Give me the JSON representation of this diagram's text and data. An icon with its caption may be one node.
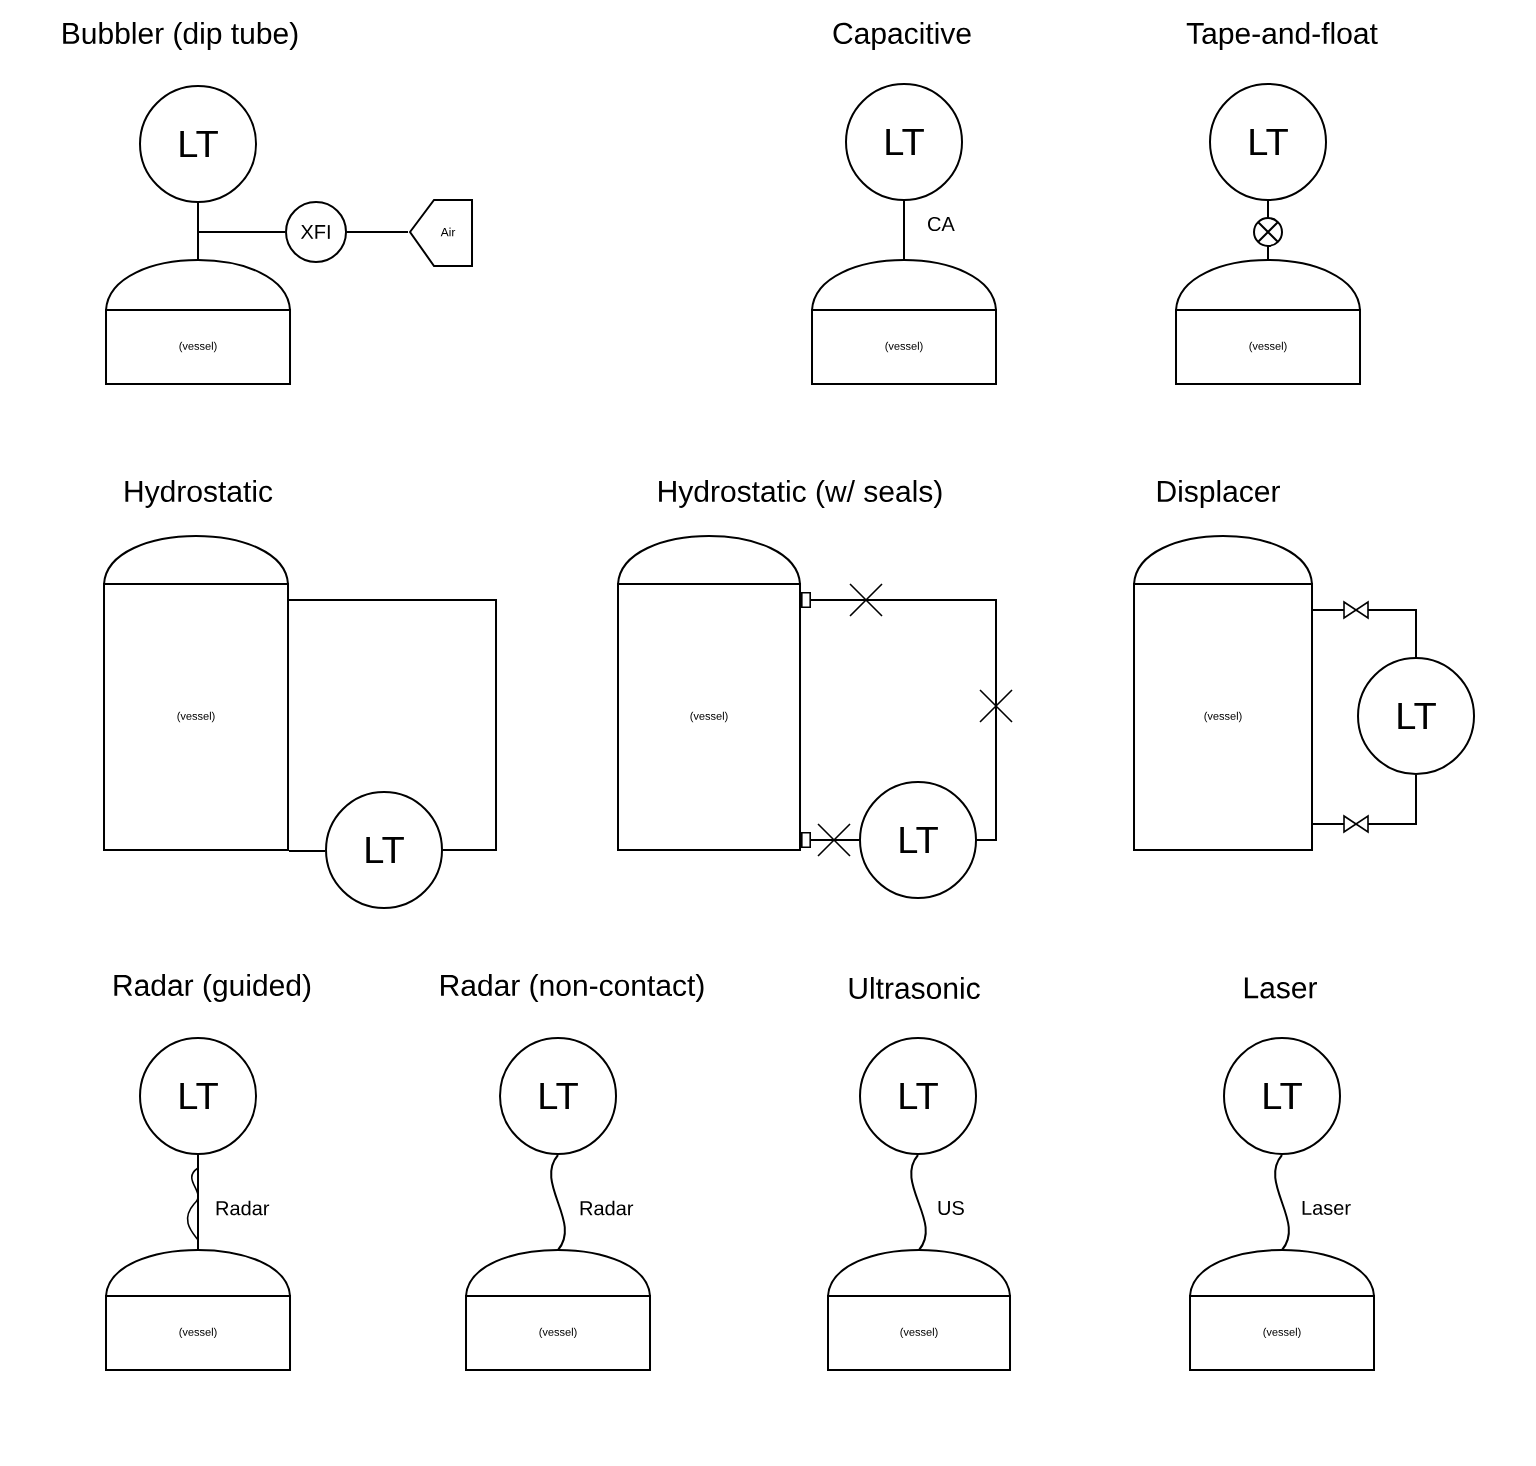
{
  "diagram": {
    "nodes": [
      {
        "text": [
          "LT"
        ]
      },
      {
        "text": [
          "XFI"
        ]
      },
      {
        "text": [
          "Air"
        ]
      },
      {
        "text": [
          "(vessel)"
        ]
      },
      {
        "text": [
          "LT"
        ]
      },
      {
        "text": [
          "(vessel)"
        ]
      },
      {
        "text": [
          "LT"
        ]
      },
      {
        "text": [
          "(vessel)"
        ]
      },
      {
        "text": [
          "(vessel)"
        ]
      },
      {
        "text": [
          "LT"
        ]
      },
      {
        "text": [
          "(vessel)"
        ]
      },
      {
        "text": [
          "LT"
        ]
      },
      {
        "text": [
          "(vessel)"
        ]
      },
      {
        "text": [
          "LT"
        ]
      },
      {
        "text": [
          "LT"
        ]
      },
      {
        "text": [
          "(vessel)"
        ]
      },
      {
        "text": [
          "LT"
        ]
      },
      {
        "text": [
          "(vessel)"
        ]
      },
      {
        "text": [
          "LT"
        ]
      },
      {
        "text": [
          "(vessel)"
        ]
      },
      {
        "text": [
          "LT"
        ]
      },
      {
        "text": [
          "(vessel)"
        ]
      }
    ],
    "edges": [
      {
        "from": 0,
        "to": 3,
        "arrow": "none"
      },
      {
        "from": 1,
        "to": 3,
        "arrow": "none"
      },
      {
        "from": 2,
        "to": 1,
        "arrow": "none"
      },
      {
        "from": 4,
        "to": 5,
        "arrow": "none",
        "label": "CA"
      },
      {
        "from": 6,
        "to": 7,
        "arrow": "none"
      },
      {
        "from": 8,
        "to": 9,
        "arrow": "none"
      },
      {
        "from": 8,
        "to": 9,
        "arrow": "none"
      },
      {
        "from": 10,
        "to": 11,
        "arrow": "other"
      },
      {
        "from": 10,
        "to": 11,
        "arrow": "other"
      },
      {
        "from": 12,
        "to": 13,
        "arrow": "none"
      },
      {
        "from": 12,
        "to": 13,
        "arrow": "none"
      },
      {
        "from": 14,
        "to": 15,
        "arrow": "none",
        "label": "Radar"
      },
      {
        "from": 16,
        "to": 17,
        "arrow": "none",
        "label": "Radar"
      },
      {
        "from": 18,
        "to": 19,
        "arrow": "none",
        "label": "US"
      },
      {
        "from": 20,
        "to": 21,
        "arrow": "none",
        "label": "Laser"
      }
    ],
    "labels": [
      "Bubbler (dip tube)",
      "Capacitive",
      "Tape-and-float",
      "Hydrostatic",
      "Hydrostatic (w/ seals)",
      "Displacer",
      "Radar (guided)",
      "Radar (non-contact)",
      "Ultrasonic",
      "Laser"
    ]
  }
}
